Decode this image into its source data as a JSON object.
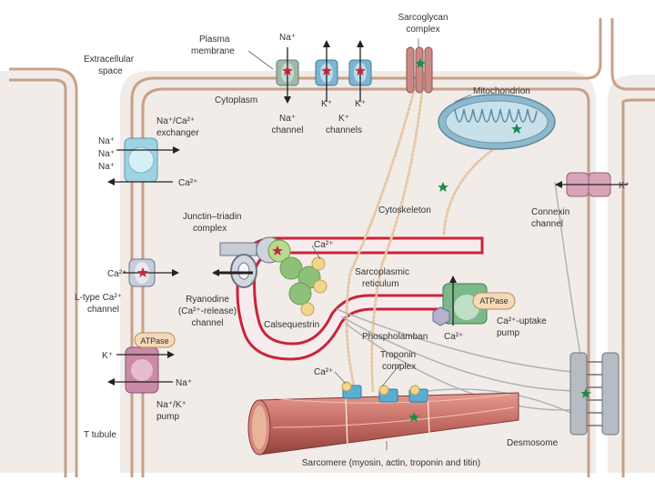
{
  "labels": {
    "extracellular_l1": "Extracellular",
    "extracellular_l2": "space",
    "plasma_l1": "Plasma",
    "plasma_l2": "membrane",
    "sarcoglycan_l1": "Sarcoglycan",
    "sarcoglycan_l2": "complex",
    "na_top": "Na⁺",
    "na_channel_l1": "Na⁺",
    "na_channel_l2": "channel",
    "k_a": "K⁺",
    "k_b": "K⁺",
    "k_channels_l1": "K⁺",
    "k_channels_l2": "channels",
    "cytoplasm": "Cytoplasm",
    "mitochondrion": "Mitochondrion",
    "exchanger_l1": "Na⁺/Ca²⁺",
    "exchanger_l2": "exchanger",
    "na_1": "Na⁺",
    "na_2": "Na⁺",
    "na_3": "Na⁺",
    "ca_exch": "Ca²⁺",
    "cytoskeleton": "Cytoskeleton",
    "connexin_l1": "Connexin",
    "connexin_l2": "channel",
    "k_connexin": "K⁺",
    "junctin_l1": "Junctin–triadin",
    "junctin_l2": "complex",
    "ca_csq": "Ca²⁺",
    "sr_l1": "Sarcoplasmic",
    "sr_l2": "reticulum",
    "ca_ltype": "Ca²⁺",
    "ltype_l1": "L-type Ca²⁺",
    "ltype_l2": "channel",
    "ryr_l1": "Ryanodine",
    "ryr_l2": "(Ca²⁺-release)",
    "ryr_l3": "channel",
    "calsequestrin": "Calsequestrin",
    "atpase_serca": "ATPase",
    "serca_l1": "Ca²⁺-uptake",
    "serca_l2": "pump",
    "phospholamban": "Phospholamban",
    "ca_pln": "Ca²⁺",
    "troponin_l1": "Troponin",
    "troponin_l2": "complex",
    "ca_trop": "Ca²⁺",
    "k_pump": "K⁺",
    "atpase_nak": "ATPase",
    "na_pump": "Na⁺",
    "nak_l1": "Na⁺/K⁺",
    "nak_l2": "pump",
    "t_tubule": "T tubule",
    "desmosome": "Desmosome",
    "sarcomere": "Sarcomere (myosin, actin, troponin and titin)"
  },
  "colors": {
    "membrane": "#c6a189",
    "cytoplasm": "#f1ece8",
    "sr_line": "#c9243a",
    "sr_fill": "#f6ecee",
    "star_red": "#c9243a",
    "star_green": "#1c8a4a",
    "channel_blue": "#7fb4cf",
    "exchanger_cyan": "#9fd3e3",
    "pump_pink": "#c98aa8",
    "serca_green": "#7cb98a",
    "mito": "#8fb8cc",
    "calseq_green": "#8dc07a",
    "troponin_blue": "#5aaed2",
    "myofibril": "#c46b62",
    "connexin_pink": "#d8a4b8",
    "sarcoglycan": "#c98a86",
    "desmosome": "#b7bcc4",
    "ryr_gray": "#c7ccd6",
    "fiber_dots": "#f0c8a8"
  },
  "icons": [
    "star-icon",
    "arrow-icon",
    "channel-icon",
    "pump-icon",
    "mitochondrion-icon",
    "sarcomere-icon"
  ]
}
